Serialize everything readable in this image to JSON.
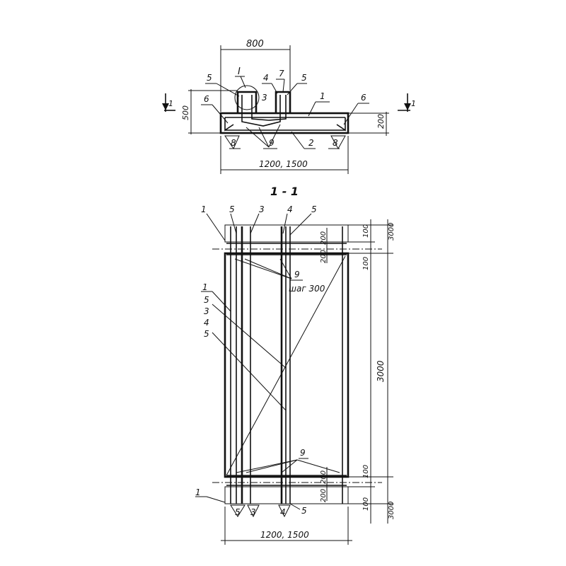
{
  "section_top": {
    "dim_top_width": "800",
    "dim_height": "500",
    "dim_slab_thickness": "200",
    "dim_bottom_width": "1200, 1500",
    "detail_marker": "I",
    "cut_marker_left": "1",
    "cut_marker_right": "1",
    "callouts": [
      "5",
      "4",
      "7",
      "5",
      "3",
      "1",
      "6",
      "6",
      "8",
      "9",
      "2",
      "8"
    ]
  },
  "plan_view": {
    "title": "1 - 1",
    "top_callouts": [
      "1",
      "5",
      "3",
      "4",
      "5"
    ],
    "side_callouts": [
      "1",
      "5",
      "3",
      "4",
      "5"
    ],
    "bar_9_upper_label": "9",
    "spacing_label": "шаг 300",
    "bar_9_lower_label": "9",
    "bottom_callouts": [
      "1",
      "5",
      "3",
      "4",
      "5"
    ],
    "dim_right_top": [
      "3000",
      "100",
      "200",
      "200",
      "100"
    ],
    "dim_right_main": "3000",
    "dim_right_bottom": [
      "100",
      "200",
      "200",
      "100",
      "3000"
    ],
    "dim_bottom_width": "1200, 1500"
  }
}
